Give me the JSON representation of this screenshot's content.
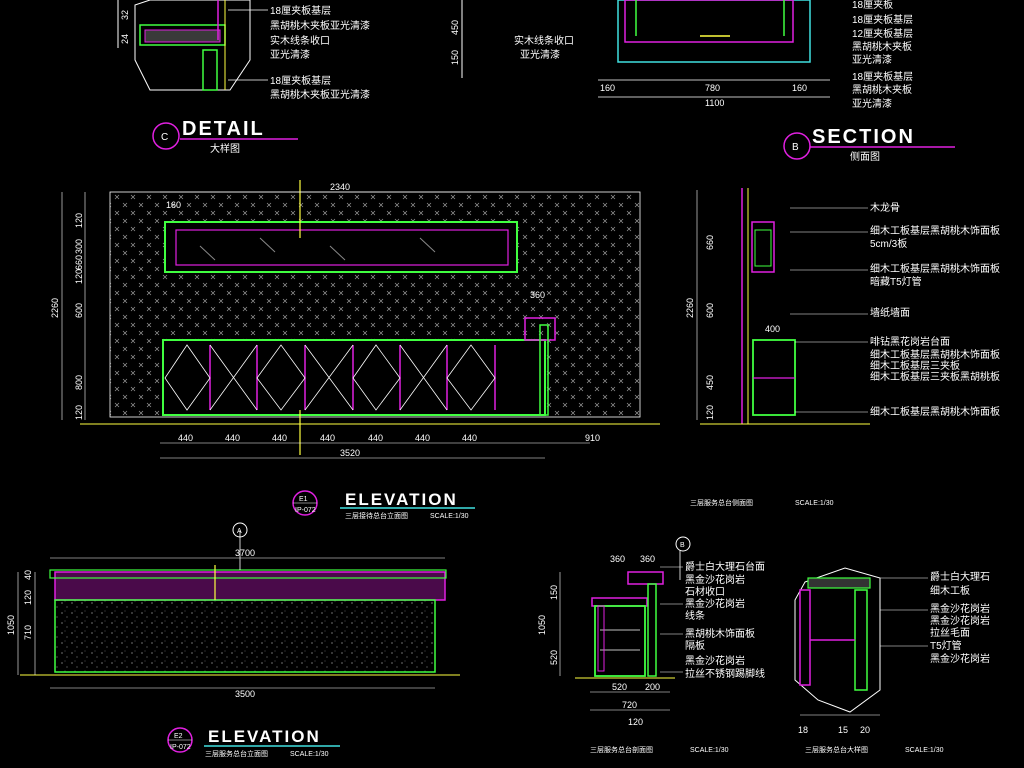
{
  "colors": {
    "background": "#000000",
    "line": "#ffffff",
    "magenta": "#e020e0",
    "green": "#40ff40",
    "yellow": "#ffff40",
    "cyan": "#40e0e0",
    "grey": "#b0b0b0"
  },
  "detail": {
    "title": "DETAIL",
    "subtitle": "大样图",
    "bubble": "C",
    "dims": [
      "24",
      "32"
    ],
    "notes": [
      "18厘夹板基层",
      "黑胡桃木夹板亚光清漆",
      "实木线条收口",
      "亚光清漆",
      "18厘夹板基层",
      "黑胡桃木夹板亚光清漆"
    ]
  },
  "section": {
    "title": "SECTION",
    "subtitle": "侧面图",
    "bubble": "B",
    "left_dims": [
      "450",
      "150"
    ],
    "left_notes": [
      "实木线条收口",
      "亚光清漆"
    ],
    "bottom_dims": [
      "160",
      "780",
      "160",
      "1100"
    ],
    "notes": [
      "18厘夹板",
      "18厘夹板基层",
      "12厘夹板基层",
      "黑胡桃木夹板",
      "亚光清漆",
      "18厘夹板基层",
      "黑胡桃木夹板",
      "亚光清漆"
    ]
  },
  "elevation1": {
    "title": "ELEVATION",
    "bubble_top": "E1",
    "bubble_bottom": "IP-072",
    "subtitle": "三层接待总台立面图",
    "scale": "SCALE:1/30",
    "top_dim": "2340",
    "inner_dims": [
      "160",
      "360"
    ],
    "left_dims": [
      "660",
      "120",
      "300",
      "120",
      "600",
      "2260",
      "800",
      "120"
    ],
    "bottom_dims": [
      "440",
      "440",
      "440",
      "440",
      "440",
      "440",
      "440",
      "910"
    ],
    "total_dim": "3520"
  },
  "side_view": {
    "caption": "三层服务总台侧面图",
    "scale": "SCALE:1/30",
    "left_dims": [
      "660",
      "2260",
      "600",
      "450",
      "120"
    ],
    "inner_dims": [
      "400"
    ],
    "notes": [
      "木龙骨",
      "细木工板基层黑胡桃木饰面板",
      "5cm/3板",
      "细木工板基层黑胡桃木饰面板",
      "暗藏T5灯管",
      "墙纸墙面",
      "啡钻黑花岗岩台面",
      "细木工板基层黑胡桃木饰面板",
      "细木工板基层三夹板",
      "细木工板基层三夹板黑胡桃板",
      "细木工板基层黑胡桃木饰面板"
    ]
  },
  "elevation2": {
    "title": "ELEVATION",
    "bubble_top": "E2",
    "bubble_bottom": "IP-072",
    "subtitle": "三层服务总台立面图",
    "scale": "SCALE:1/30",
    "top_dim": "3700",
    "bottom_dim": "3500",
    "left_dims": [
      "1050",
      "710",
      "40",
      "120"
    ],
    "marker": "A"
  },
  "counter_section": {
    "caption": "三层服务总台剖面图",
    "scale": "SCALE:1/30",
    "top_dims": [
      "360",
      "360"
    ],
    "left_dims": [
      "1050",
      "150",
      "520"
    ],
    "bottom_dims": [
      "520",
      "200",
      "720",
      "120"
    ],
    "marker": "B",
    "notes": [
      "爵士白大理石台面",
      "黑金沙花岗岩",
      "石材收口",
      "黑金沙花岗岩",
      "线条",
      "黑胡桃木饰面板",
      "隔板",
      "黑金沙花岗岩",
      "拉丝不锈钢踢脚线"
    ]
  },
  "detail_small": {
    "caption": "三层服务总台大样图",
    "scale": "SCALE:1/30",
    "bottom_dims": [
      "18",
      "15",
      "20"
    ],
    "notes": [
      "爵士白大理石",
      "细木工板",
      "黑金沙花岗岩",
      "黑金沙花岗岩",
      "拉丝毛面",
      "T5灯管",
      "黑金沙花岗岩"
    ]
  }
}
